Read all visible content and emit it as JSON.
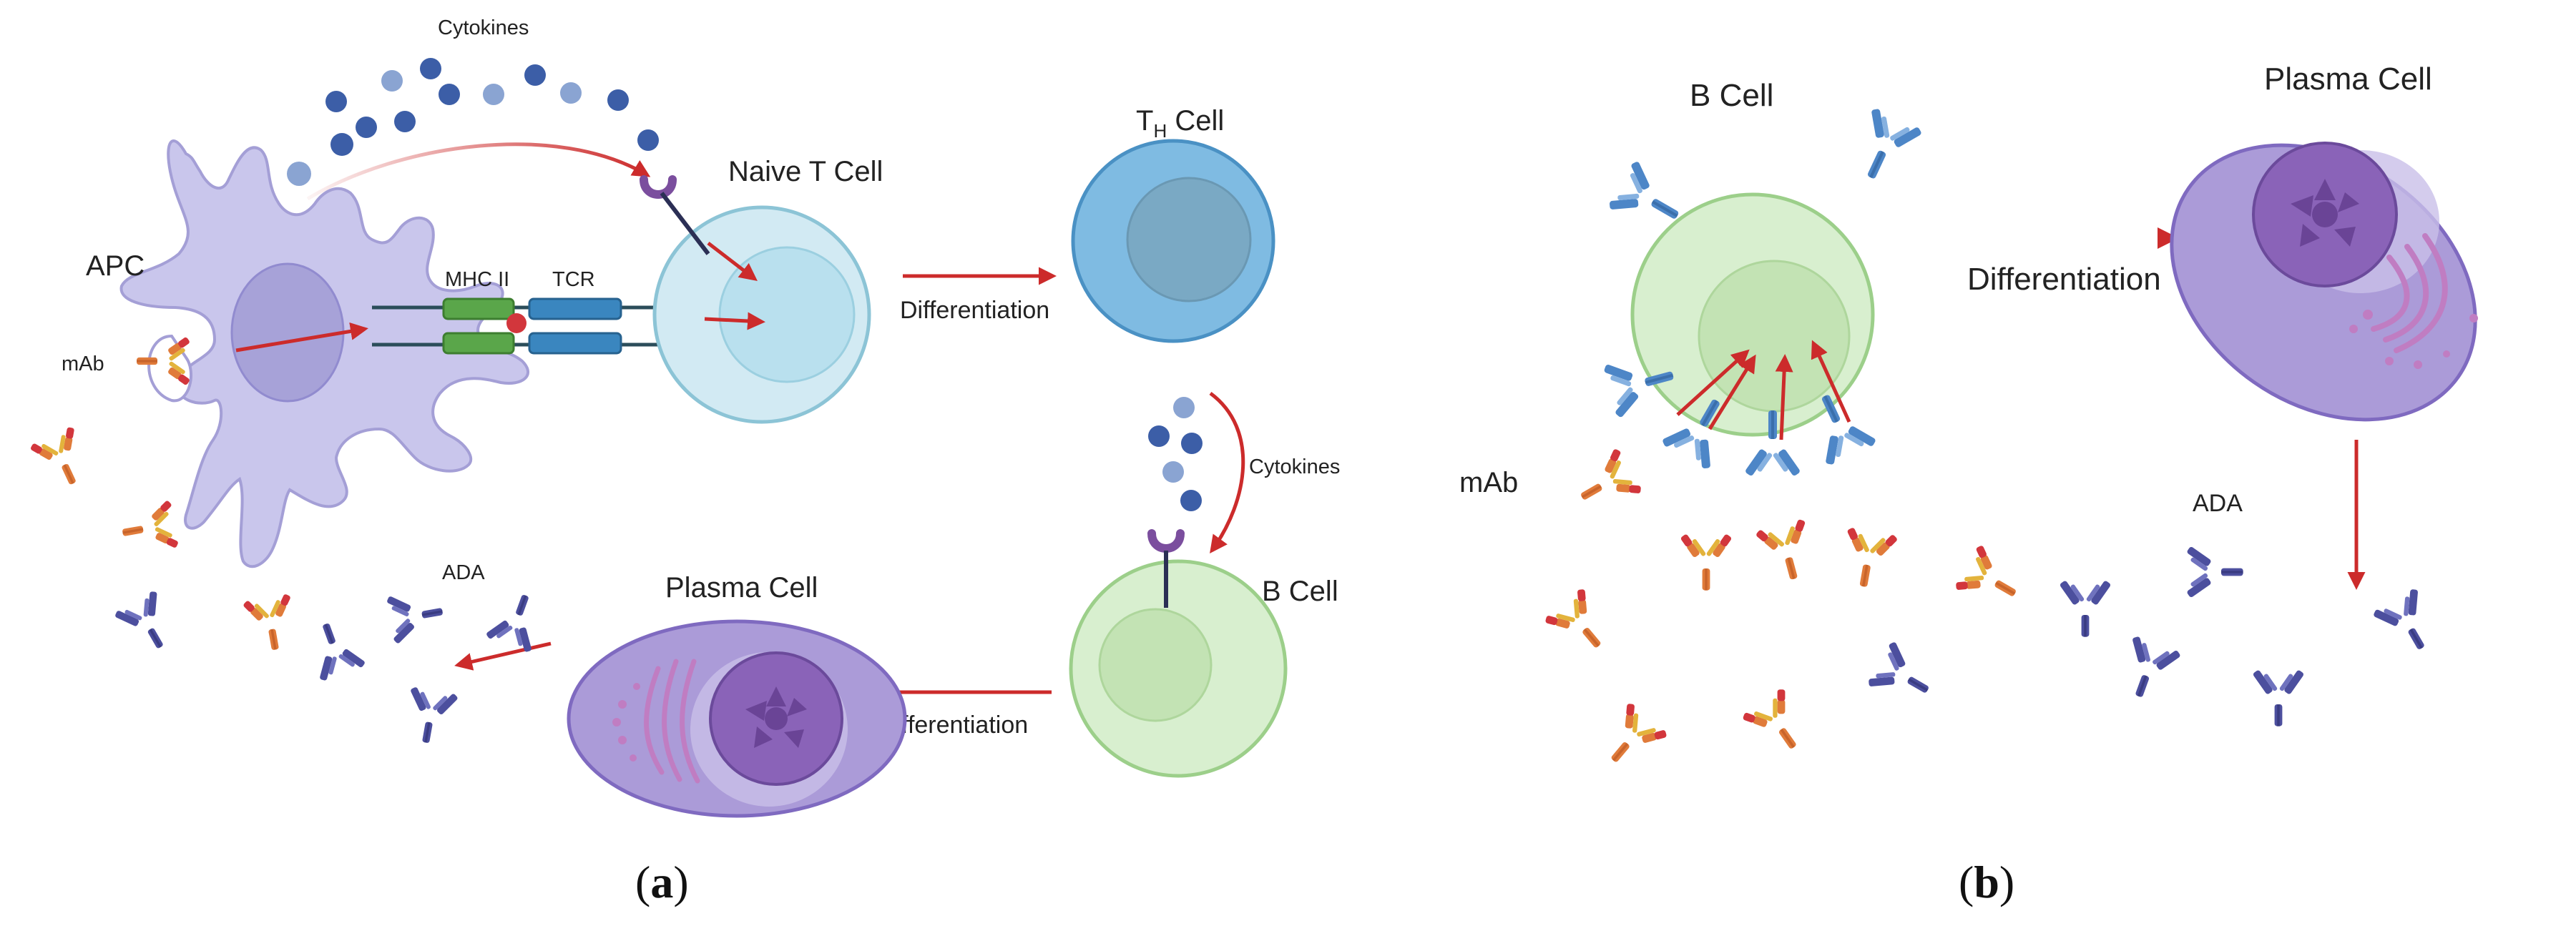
{
  "colors": {
    "red_arrow": "#cc2b2b",
    "apc_fill": "#c9c6ec",
    "apc_stroke": "#a49fd6",
    "apc_nucleus": "#a7a2d8",
    "naive_t_fill": "#d2eaf3",
    "naive_t_stroke": "#8cc4d6",
    "th_fill": "#7fbbe2",
    "th_stroke": "#4a91c4",
    "th_nucleus": "#7aa9c4",
    "b_fill": "#d8efcf",
    "b_stroke": "#9ccf8a",
    "b_nucleus": "#c3e3b4",
    "plasma_fill": "#ab9bd8",
    "plasma_stroke": "#7f6ac0",
    "plasma_nucleus": "#8a63b8",
    "mhc_green": "#5aa64a",
    "tcr_blue": "#3a86bf",
    "cytokine_dark": "#3c5ea7",
    "cytokine_light": "#8aa4d2",
    "receptor_purple": "#7b4e9e",
    "mab_orange": "#e07b3a",
    "mab_red": "#d2363c",
    "mab_yellow": "#e3b33c",
    "ada_navy": "#4c4f9e",
    "bcr_blue": "#4d86c7"
  },
  "panel_a": {
    "label_open": "(",
    "label_letter": "a",
    "label_close": ")",
    "apc_label": "APC",
    "mab_label": "mAb",
    "cytokines_top_label": "Cytokines",
    "mhc_label": "MHC II",
    "tcr_label": "TCR",
    "naive_t_label": "Naive T Cell",
    "th_label_main": "T",
    "th_label_sub": "H",
    "th_label_rest": " Cell",
    "differentiation_1": "Differentiation",
    "cytokines_side_label": "Cytokines",
    "b_cell_label": "B Cell",
    "plasma_label": "Plasma Cell",
    "differentiation_2": "Differentiation",
    "ada_label": "ADA"
  },
  "panel_b": {
    "label_open": "(",
    "label_letter": "b",
    "label_close": ")",
    "b_cell_label": "B Cell",
    "plasma_label": "Plasma Cell",
    "differentiation": "Differentiation",
    "mab_label": "mAb",
    "ada_label": "ADA"
  }
}
